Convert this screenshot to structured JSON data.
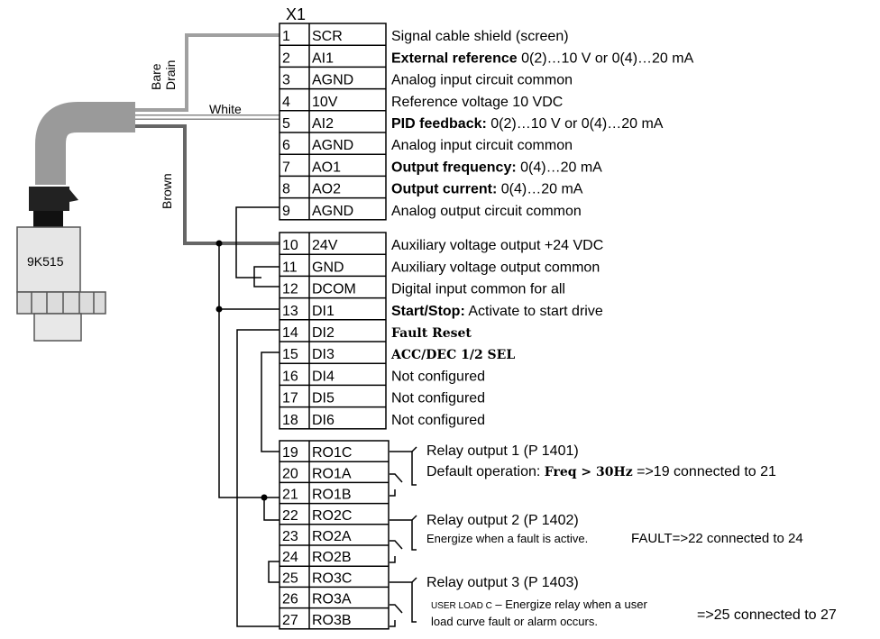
{
  "header": {
    "connector": "X1"
  },
  "sensor": {
    "model": "9K515"
  },
  "wires": {
    "bare_drain_1": "Bare",
    "bare_drain_2": "Drain",
    "white": "White",
    "brown": "Brown"
  },
  "terminals": [
    {
      "num": "1",
      "name": "SCR",
      "desc": [
        {
          "t": "Signal cable shield (screen)"
        }
      ]
    },
    {
      "num": "2",
      "name": "AI1",
      "desc": [
        {
          "t": "External reference",
          "b": true
        },
        {
          "t": " 0(2)…10 V or 0(4)…20 mA"
        }
      ]
    },
    {
      "num": "3",
      "name": "AGND",
      "desc": [
        {
          "t": "Analog input circuit common"
        }
      ]
    },
    {
      "num": "4",
      "name": "10V",
      "desc": [
        {
          "t": "Reference voltage 10 VDC"
        }
      ]
    },
    {
      "num": "5",
      "name": "AI2",
      "desc": [
        {
          "t": "PID feedback:",
          "b": true
        },
        {
          "t": " 0(2)…10 V or 0(4)…20 mA"
        }
      ]
    },
    {
      "num": "6",
      "name": "AGND",
      "desc": [
        {
          "t": "Analog input circuit common"
        }
      ]
    },
    {
      "num": "7",
      "name": "AO1",
      "desc": [
        {
          "t": "Output frequency:",
          "b": true
        },
        {
          "t": " 0(4)…20 mA"
        }
      ]
    },
    {
      "num": "8",
      "name": "AO2",
      "desc": [
        {
          "t": "Output current:",
          "b": true
        },
        {
          "t": " 0(4)…20 mA"
        }
      ]
    },
    {
      "num": "9",
      "name": "AGND",
      "desc": [
        {
          "t": "Analog output circuit common"
        }
      ]
    },
    {
      "num": "10",
      "name": "24V",
      "desc": [
        {
          "t": "Auxiliary voltage output +24 VDC"
        }
      ]
    },
    {
      "num": "11",
      "name": "GND",
      "desc": [
        {
          "t": "Auxiliary voltage output common"
        }
      ]
    },
    {
      "num": "12",
      "name": "DCOM",
      "desc": [
        {
          "t": "Digital input common for all"
        }
      ]
    },
    {
      "num": "13",
      "name": "DI1",
      "desc": [
        {
          "t": "Start/Stop:",
          "b": true
        },
        {
          "t": " Activate to start drive"
        }
      ]
    },
    {
      "num": "14",
      "name": "DI2",
      "desc": [
        {
          "t": "Fault Reset",
          "sb": true
        }
      ]
    },
    {
      "num": "15",
      "name": "DI3",
      "desc": [
        {
          "t": "ACC/DEC 1/2 SEL",
          "sb": true
        }
      ]
    },
    {
      "num": "16",
      "name": "DI4",
      "desc": [
        {
          "t": "Not configured"
        }
      ]
    },
    {
      "num": "17",
      "name": "DI5",
      "desc": [
        {
          "t": "Not configured"
        }
      ]
    },
    {
      "num": "18",
      "name": "DI6",
      "desc": [
        {
          "t": "Not configured"
        }
      ]
    },
    {
      "num": "19",
      "name": "RO1C",
      "desc": []
    },
    {
      "num": "20",
      "name": "RO1A",
      "desc": []
    },
    {
      "num": "21",
      "name": "RO1B",
      "desc": []
    },
    {
      "num": "22",
      "name": "RO2C",
      "desc": []
    },
    {
      "num": "23",
      "name": "RO2A",
      "desc": []
    },
    {
      "num": "24",
      "name": "RO2B",
      "desc": []
    },
    {
      "num": "25",
      "name": "RO3C",
      "desc": []
    },
    {
      "num": "26",
      "name": "RO3A",
      "desc": []
    },
    {
      "num": "27",
      "name": "RO3B",
      "desc": []
    }
  ],
  "relays": [
    {
      "title": "Relay output 1 (P 1401)",
      "line2": [
        {
          "t": "Default operation: "
        },
        {
          "t": "Freq > 30Hz",
          "sb": true
        },
        {
          "t": " =>19 connected to 21"
        }
      ]
    },
    {
      "title": "Relay output 2 (P 1402)",
      "line2a": "Energize when a fault is active.",
      "line2b": "FAULT=>22 connected to 24"
    },
    {
      "title": "Relay output 3 (P 1403)",
      "line2a_prefix": "USER LOAD C",
      "line2a": " – Energize relay when a user",
      "line3": "load curve fault or alarm occurs.",
      "conn": "=>25 connected to 27"
    }
  ]
}
